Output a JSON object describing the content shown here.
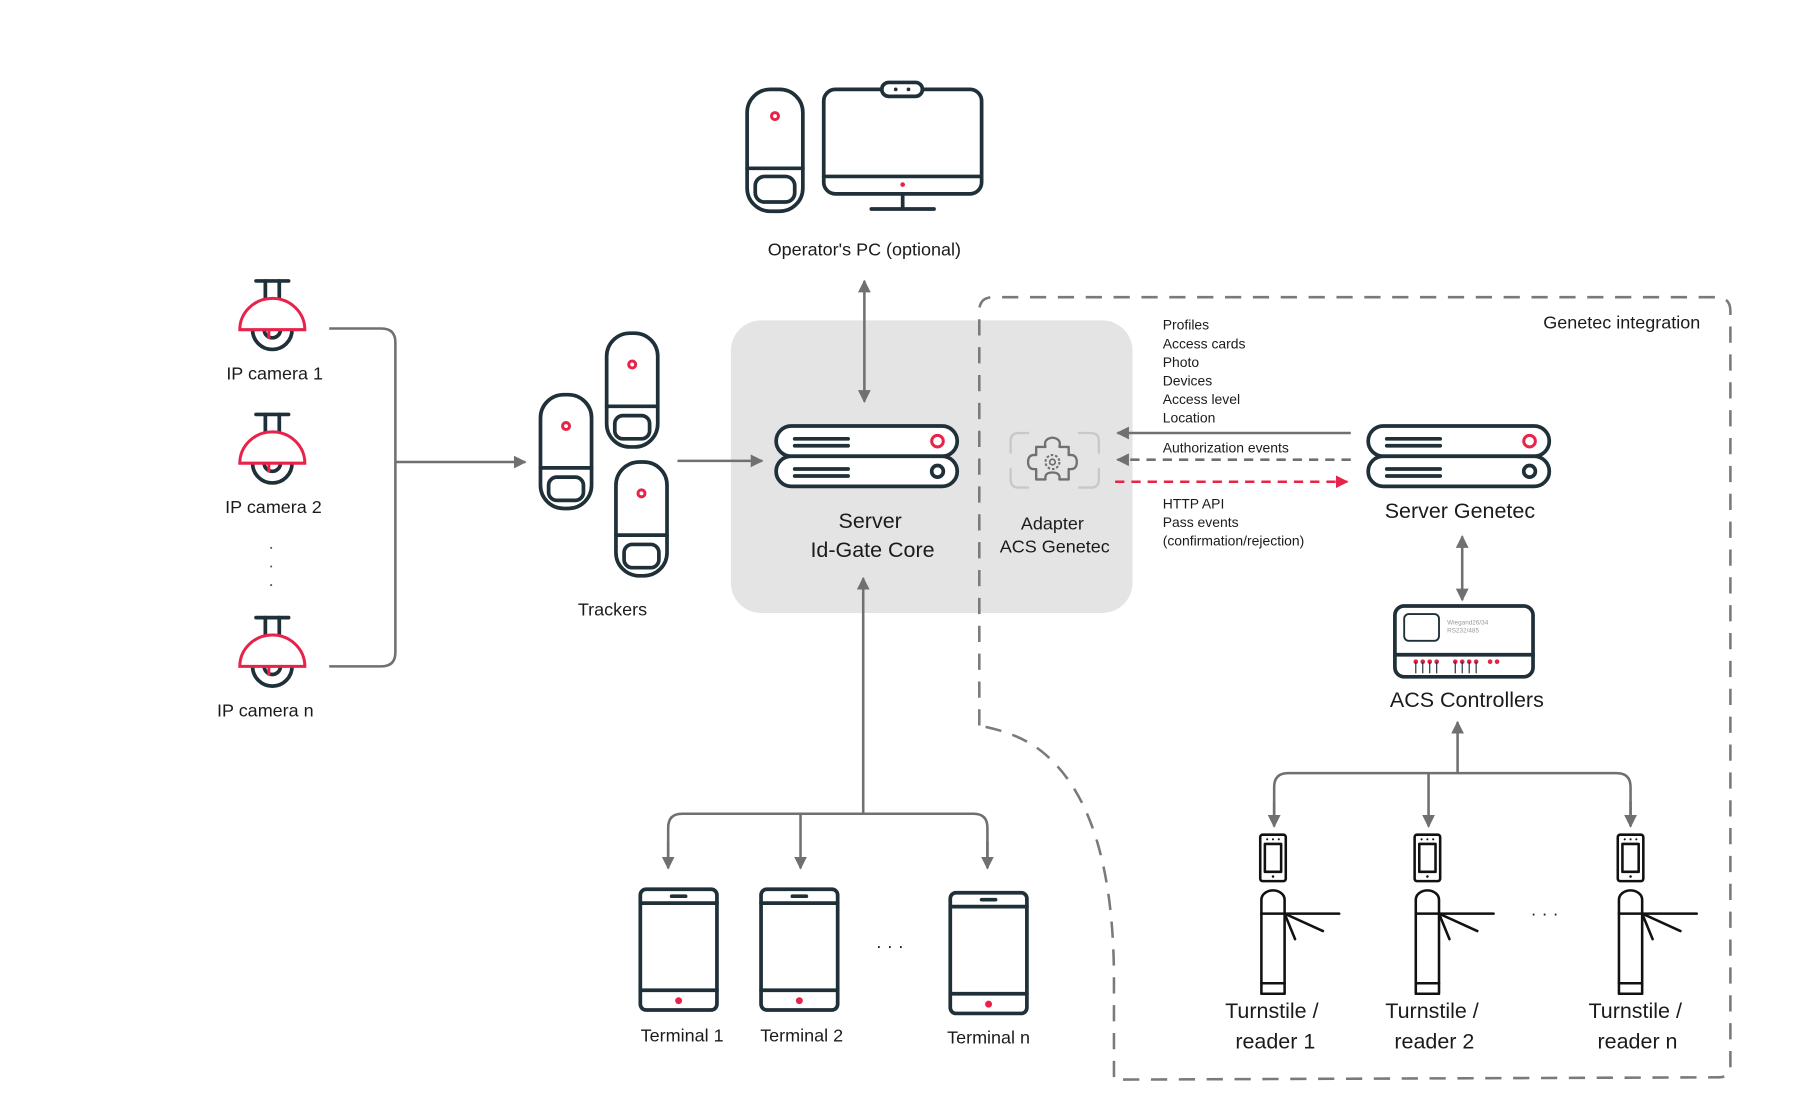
{
  "title": "Id-Gate Core integration with Genetec ACS",
  "colors": {
    "accent": "#e8234a",
    "device_stroke": "#1f3038",
    "connector": "#707070",
    "core_background": "#e4e4e4"
  },
  "cameras": {
    "items": [
      {
        "label": "IP camera 1",
        "icon": "ip-camera-icon"
      },
      {
        "label": "IP camera 2",
        "icon": "ip-camera-icon"
      },
      {
        "label": "IP camera n",
        "icon": "ip-camera-icon"
      }
    ],
    "ellipsis": "·"
  },
  "trackers": {
    "label": "Trackers",
    "icon": "tracker-icon"
  },
  "operator_pc": {
    "label": "Operator's PC (optional)",
    "icon": "desktop-pc-icon"
  },
  "core_server": {
    "line1": "Server",
    "line2": "Id-Gate Core",
    "icon": "server-icon"
  },
  "adapter": {
    "line1": "Adapter",
    "line2": "ACS Genetec",
    "icon": "puzzle-gear-icon"
  },
  "genetec_region": {
    "label": "Genetec integration"
  },
  "sync_data": {
    "items": [
      "Profiles",
      "Access cards",
      "Photo",
      "Devices",
      "Access level",
      "Location"
    ]
  },
  "flows": {
    "authorization_events": "Authorization events",
    "http_api": [
      "HTTP API",
      "Pass events",
      "(confirmation/rejection)"
    ]
  },
  "genetec_server": {
    "label": "Server Genetec",
    "icon": "server-icon"
  },
  "acs_controllers": {
    "label": "ACS Controllers",
    "port_text_1": "Wiegand26/34",
    "port_text_2": "RS232/485",
    "icon": "controller-board-icon"
  },
  "terminals": {
    "items": [
      {
        "label": "Terminal 1"
      },
      {
        "label": "Terminal 2"
      },
      {
        "label": "Terminal n"
      }
    ],
    "ellipsis": "· · ·"
  },
  "turnstiles": {
    "items": [
      {
        "line1": "Turnstile /",
        "line2": "reader 1"
      },
      {
        "line1": "Turnstile /",
        "line2": "reader 2"
      },
      {
        "line1": "Turnstile /",
        "line2": "reader n"
      }
    ],
    "ellipsis": "· · ·"
  }
}
